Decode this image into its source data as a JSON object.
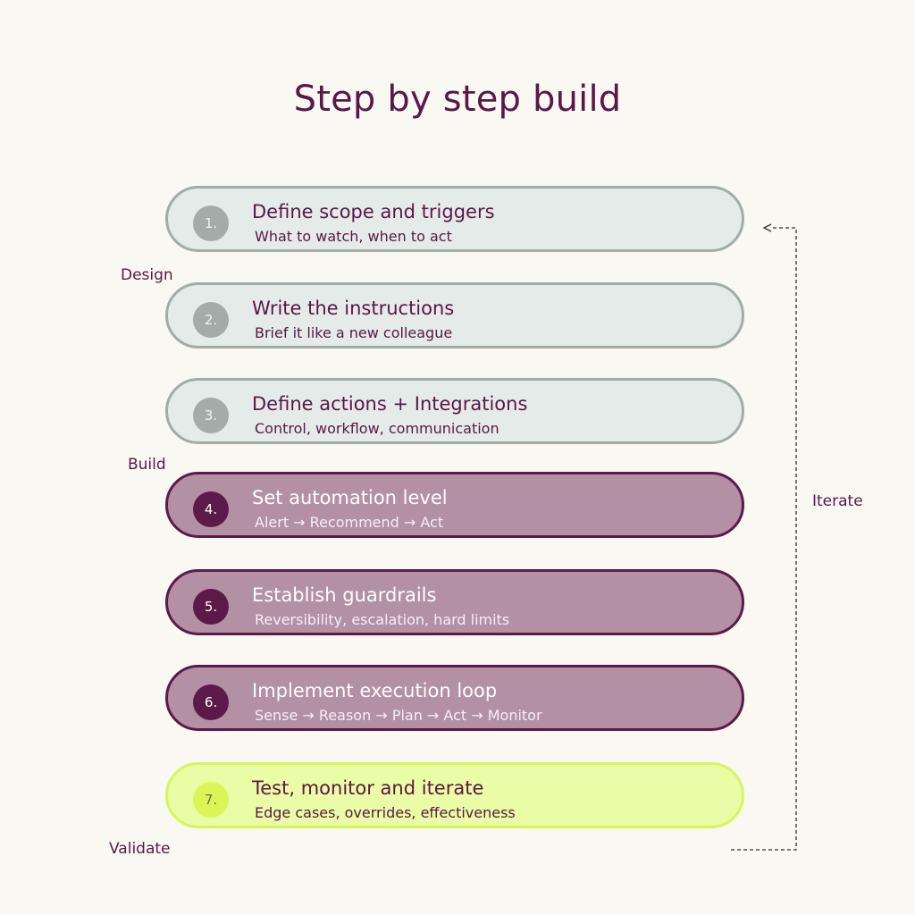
{
  "title": "Step by step build",
  "phases": {
    "design": "Design",
    "build": "Build",
    "validate": "Validate"
  },
  "loop_label": "Iterate",
  "steps": [
    {
      "number": "1.",
      "title": "Define scope and triggers",
      "subtitle": "What to watch, when to act",
      "phase": "design"
    },
    {
      "number": "2.",
      "title": "Write the instructions",
      "subtitle": "Brief it like a new colleague",
      "phase": "design"
    },
    {
      "number": "3.",
      "title": "Define actions + Integrations",
      "subtitle": "Control, workflow, communication",
      "phase": "design"
    },
    {
      "number": "4.",
      "title": "Set automation level",
      "subtitle": "Alert → Recommend → Act",
      "phase": "build"
    },
    {
      "number": "5.",
      "title": "Establish guardrails",
      "subtitle": "Reversibility, escalation, hard limits",
      "phase": "build"
    },
    {
      "number": "6.",
      "title": "Implement execution loop",
      "subtitle": "Sense → Reason → Plan → Act → Monitor",
      "phase": "build"
    },
    {
      "number": "7.",
      "title": "Test, monitor and iterate",
      "subtitle": "Edge cases, overrides, effectiveness",
      "phase": "validate"
    }
  ],
  "colors": {
    "primary": "#5a1747",
    "design_fill": "#e4ebe8",
    "build_fill": "#b490a5",
    "validate_fill": "#eafca6",
    "background": "#f9f8f3"
  }
}
